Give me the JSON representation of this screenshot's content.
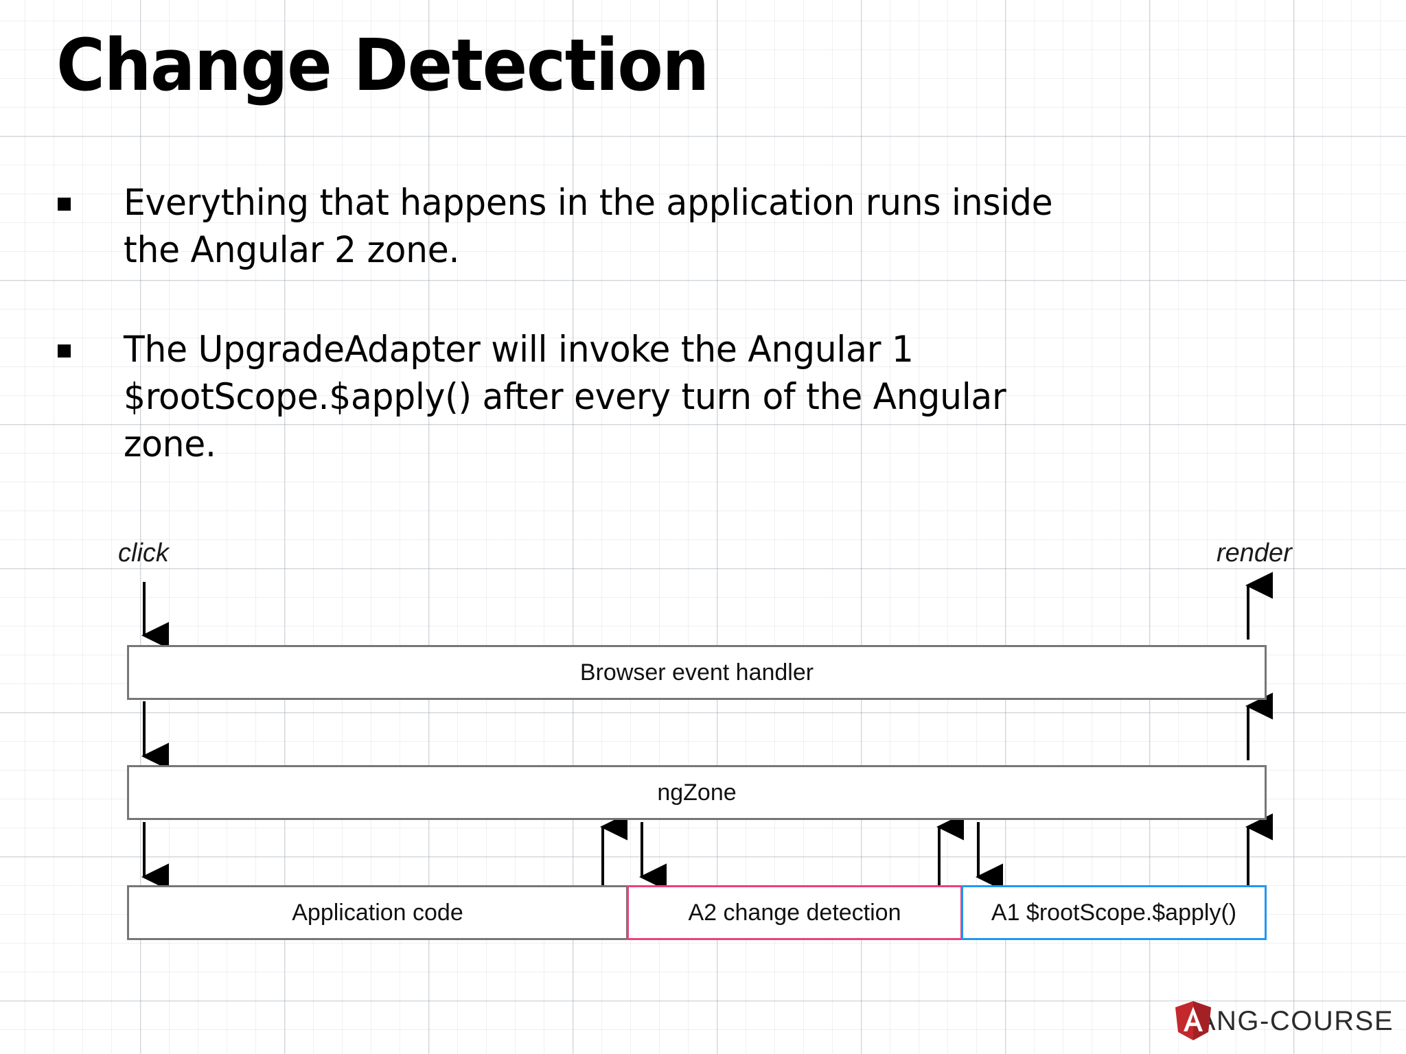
{
  "slide": {
    "title": "Change Detection",
    "bullets": [
      "Everything that happens in the application runs inside the Angular 2 zone.",
      "The UpgradeAdapter will invoke the Angular 1 $rootScope.$apply() after every turn of the Angular zone."
    ],
    "bullet_marker": "▪"
  },
  "diagram": {
    "labels": {
      "click": "click",
      "render": "render"
    },
    "boxes": [
      {
        "id": "browser-event-handler",
        "text": "Browser event handler",
        "border_color": "#767676"
      },
      {
        "id": "ngzone",
        "text": "ngZone",
        "border_color": "#767676"
      },
      {
        "id": "application-code",
        "text": "Application code",
        "border_color": "#767676"
      },
      {
        "id": "a2-change-detection",
        "text": "A2 change detection",
        "border_color": "#ec407a"
      },
      {
        "id": "a1-rootscope-apply",
        "text": "A1 $rootScope.$apply()",
        "border_color": "#2196f3"
      }
    ],
    "arrow_color": "#000000"
  },
  "logo": {
    "wordmark": "ANG-COURSE",
    "shield_color": "#c3282d"
  },
  "colors": {
    "background": "#ffffff",
    "grid_line": "#96a0aa",
    "text": "#000000",
    "box_border": "#767676",
    "accent_pink": "#ec407a",
    "accent_blue": "#2196f3"
  }
}
